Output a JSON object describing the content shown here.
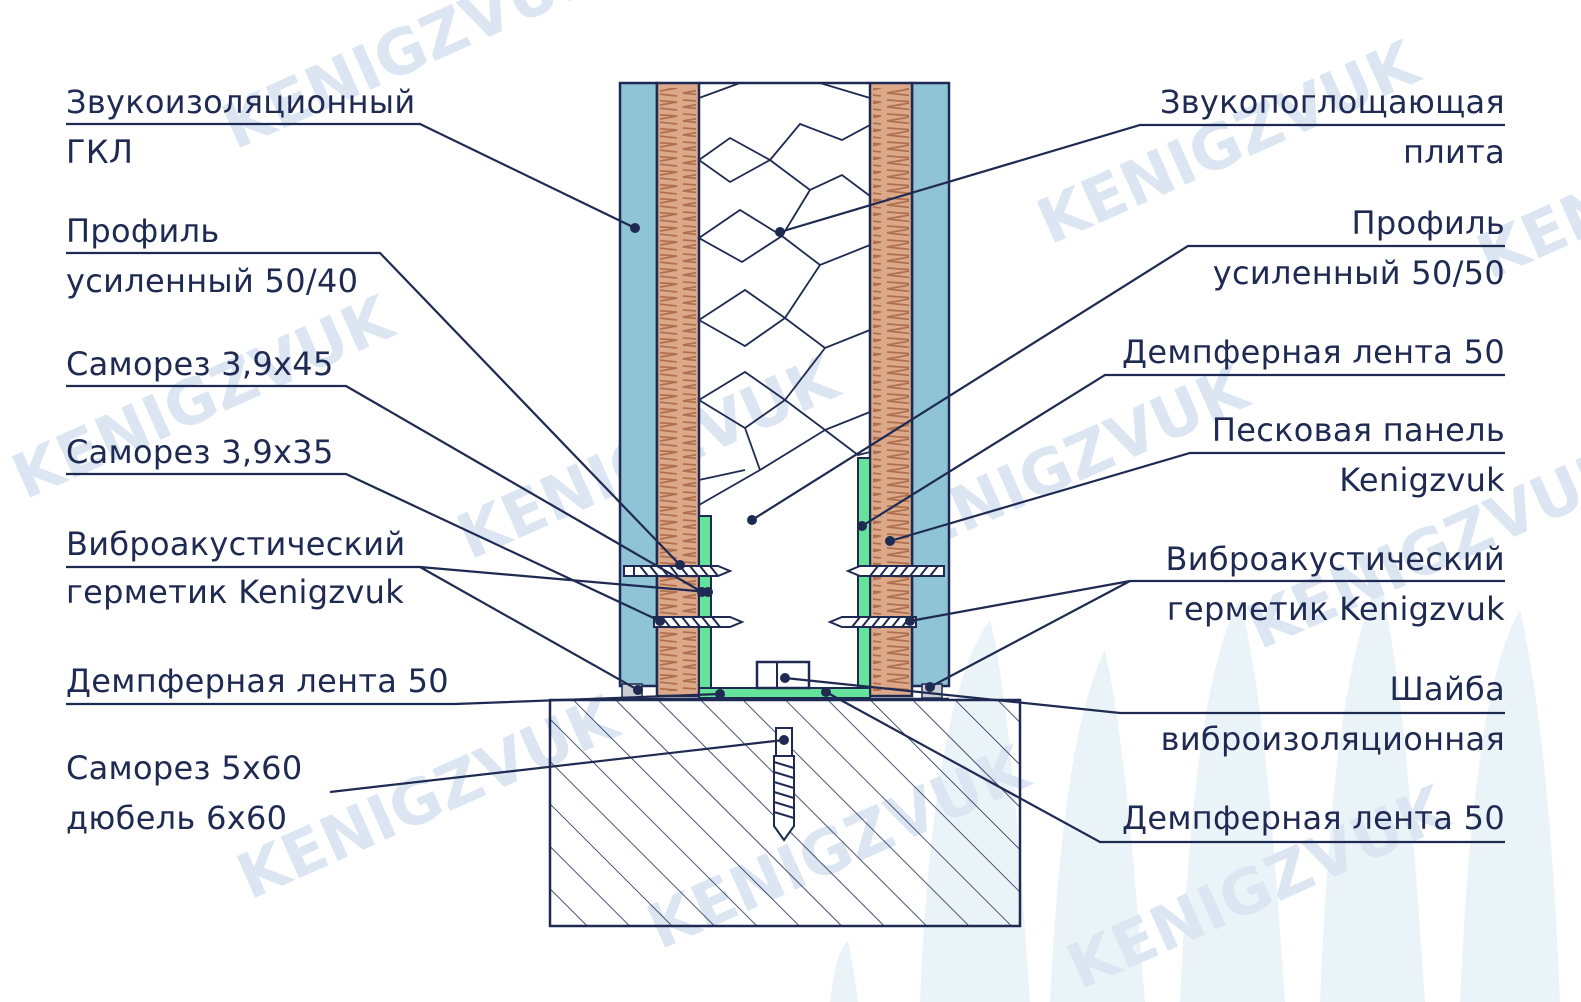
{
  "watermark": {
    "text": "KENIGZVUK"
  },
  "colors": {
    "ink": "#1e2a52",
    "gkl": "#8fc3d6",
    "sand_panel": "#dba98a",
    "sand_wave": "#b0704e",
    "profile": "#66e39a",
    "watermark": "#dbe6f2",
    "background_wave": "#eaf4f8"
  },
  "labels_left": [
    {
      "id": "gkl",
      "lines": [
        "Звукоизоляционный",
        "ГКЛ"
      ]
    },
    {
      "id": "profile-50-40",
      "lines": [
        "Профиль",
        "усиленный 50/40"
      ]
    },
    {
      "id": "screw-3-9x45",
      "lines": [
        "Саморез 3,9x45"
      ]
    },
    {
      "id": "screw-3-9x35",
      "lines": [
        "Саморез 3,9x35"
      ]
    },
    {
      "id": "sealant-left",
      "lines": [
        "Виброакустический",
        "герметик Kenigzvuk"
      ]
    },
    {
      "id": "damper-left",
      "lines": [
        "Демпферная лента 50"
      ]
    },
    {
      "id": "screw-5x60",
      "lines": [
        "Саморез 5x60",
        "дюбель 6x60"
      ]
    }
  ],
  "labels_right": [
    {
      "id": "absorbing-plate",
      "lines": [
        "Звукопоглощающая",
        "плита"
      ]
    },
    {
      "id": "profile-50-50",
      "lines": [
        "Профиль",
        "усиленный 50/50"
      ]
    },
    {
      "id": "damper-right-top",
      "lines": [
        "Демпферная лента 50"
      ]
    },
    {
      "id": "sand-panel",
      "lines": [
        "Песковая панель",
        "Kenigzvuk"
      ]
    },
    {
      "id": "sealant-right",
      "lines": [
        "Виброакустический",
        "герметик Kenigzvuk"
      ]
    },
    {
      "id": "washer",
      "lines": [
        "Шайба",
        "виброизоляционная"
      ]
    },
    {
      "id": "damper-right-bottom",
      "lines": [
        "Демпферная лента 50"
      ]
    }
  ]
}
